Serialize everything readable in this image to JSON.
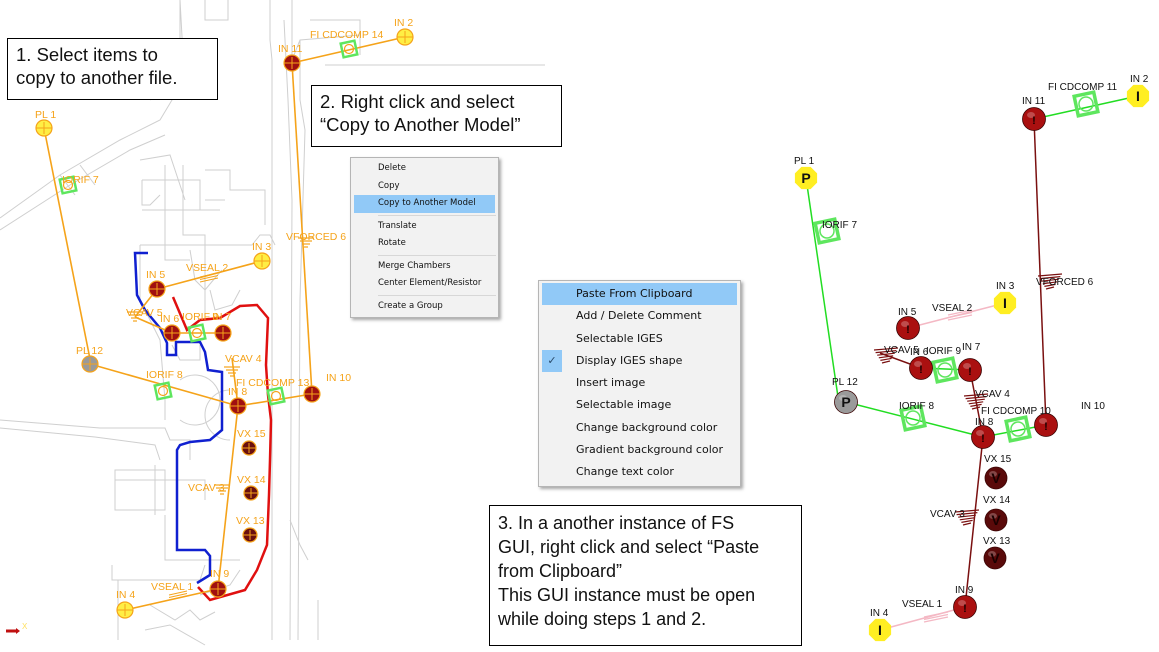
{
  "callouts": {
    "step1": "1. Select items to\ncopy to another file.",
    "step2": "2. Right click and select\n“Copy to Another Model”",
    "step3": "3. In a another instance of FS\nGUI, right click and select “Paste\nfrom Clipboard”\nThis GUI instance must be open\nwhile doing steps 1 and 2."
  },
  "context_menu_copy": {
    "groups": [
      [
        "Delete",
        "Copy",
        "Copy to Another Model"
      ],
      [
        "Translate",
        "Rotate"
      ],
      [
        "Merge Chambers",
        "Center Element/Resistor"
      ],
      [
        "Create a Group"
      ]
    ],
    "highlighted": "Copy to Another Model"
  },
  "context_menu_paste": {
    "items": [
      {
        "label": "Paste From Clipboard",
        "highlighted": true,
        "checked": false
      },
      {
        "label": "Add / Delete Comment",
        "highlighted": false,
        "checked": false
      },
      {
        "label": "Selectable IGES",
        "highlighted": false,
        "checked": false
      },
      {
        "label": "Display IGES shape",
        "highlighted": false,
        "checked": true
      },
      {
        "label": "Insert image",
        "highlighted": false,
        "checked": false
      },
      {
        "label": "Selectable image",
        "highlighted": false,
        "checked": false
      },
      {
        "label": "Change background color",
        "highlighted": false,
        "checked": false
      },
      {
        "label": "Gradient background color",
        "highlighted": false,
        "checked": false
      },
      {
        "label": "Change text color",
        "highlighted": false,
        "checked": false
      }
    ],
    "check_glyph": "✓"
  },
  "colors": {
    "selected_element": "#f5a31a",
    "selected_label": "#f5a31a",
    "orifice_green": "#5ee65e",
    "chamber_red": "#a01010",
    "inlet_yellow": "#ffee44",
    "plenum_gray": "#9a9a9a",
    "seal_pink": "#f4b8c4",
    "link_green": "#22dd22",
    "link_darkred": "#7a1010",
    "boundary_blue": "#1020d0",
    "boundary_red": "#e01010",
    "label_black": "#111111",
    "iges_gray": "#cfcfcf"
  },
  "source_model": {
    "nodes": [
      {
        "id": "PL 1",
        "type": "plenum",
        "glyph": "P"
      },
      {
        "id": "PL 12",
        "type": "plenum-gray",
        "glyph": "P"
      },
      {
        "id": "IN 2",
        "type": "inlet",
        "glyph": "I"
      },
      {
        "id": "IN 3",
        "type": "inlet",
        "glyph": "I"
      },
      {
        "id": "IN 4",
        "type": "inlet",
        "glyph": "I"
      },
      {
        "id": "IN 5",
        "type": "chamber",
        "glyph": "!"
      },
      {
        "id": "IN 6",
        "type": "chamber",
        "glyph": "!"
      },
      {
        "id": "IN 7",
        "type": "chamber",
        "glyph": "!"
      },
      {
        "id": "IN 8",
        "type": "chamber",
        "glyph": "!"
      },
      {
        "id": "IN 9",
        "type": "chamber",
        "glyph": "!"
      },
      {
        "id": "IN 10",
        "type": "chamber",
        "glyph": "!"
      },
      {
        "id": "IN 11",
        "type": "chamber",
        "glyph": "!"
      },
      {
        "id": "VX 13",
        "type": "vortex",
        "glyph": "V"
      },
      {
        "id": "VX 14",
        "type": "vortex",
        "glyph": "V"
      },
      {
        "id": "VX 15",
        "type": "vortex",
        "glyph": "V"
      }
    ],
    "resistors": [
      {
        "id": "IORIF 7",
        "type": "orifice"
      },
      {
        "id": "IORIF 8",
        "type": "orifice"
      },
      {
        "id": "IORIF 9",
        "type": "orifice"
      },
      {
        "id": "FI CDCOMP 13",
        "type": "orifice"
      },
      {
        "id": "FI CDCOMP 14",
        "type": "orifice"
      },
      {
        "id": "VSEAL 1",
        "type": "seal"
      },
      {
        "id": "VSEAL 2",
        "type": "seal"
      },
      {
        "id": "VCAV 3",
        "type": "cavity"
      },
      {
        "id": "VCAV 4",
        "type": "cavity"
      },
      {
        "id": "VCAV 5",
        "type": "cavity"
      },
      {
        "id": "VFORCED 6",
        "type": "cavity"
      }
    ],
    "axis_label": "X"
  },
  "target_model": {
    "nodes": [
      {
        "id": "PL 1",
        "glyph": "P"
      },
      {
        "id": "PL 12",
        "glyph": "P"
      },
      {
        "id": "IN 2",
        "glyph": "I"
      },
      {
        "id": "IN 3",
        "glyph": "I"
      },
      {
        "id": "IN 4",
        "glyph": "I"
      },
      {
        "id": "IN 5",
        "glyph": "!"
      },
      {
        "id": "IN 6",
        "glyph": "!"
      },
      {
        "id": "IN 7",
        "glyph": "!"
      },
      {
        "id": "IN 8",
        "glyph": "!"
      },
      {
        "id": "IN 9",
        "glyph": "!"
      },
      {
        "id": "IN 10",
        "glyph": "!"
      },
      {
        "id": "IN 11",
        "glyph": "!"
      },
      {
        "id": "VX 13",
        "glyph": "V"
      },
      {
        "id": "VX 14",
        "glyph": "V"
      },
      {
        "id": "VX 15",
        "glyph": "V"
      }
    ],
    "resistors": [
      {
        "id": "IORIF 7"
      },
      {
        "id": "IORIF 8"
      },
      {
        "id": "IORIF 9"
      },
      {
        "id": "FI CDCOMP 10"
      },
      {
        "id": "FI CDCOMP 11"
      },
      {
        "id": "VSEAL 1"
      },
      {
        "id": "VSEAL 2"
      },
      {
        "id": "VCAV 3"
      },
      {
        "id": "VCAV 4"
      },
      {
        "id": "VCAV 5"
      },
      {
        "id": "VFORCED 6"
      }
    ]
  }
}
